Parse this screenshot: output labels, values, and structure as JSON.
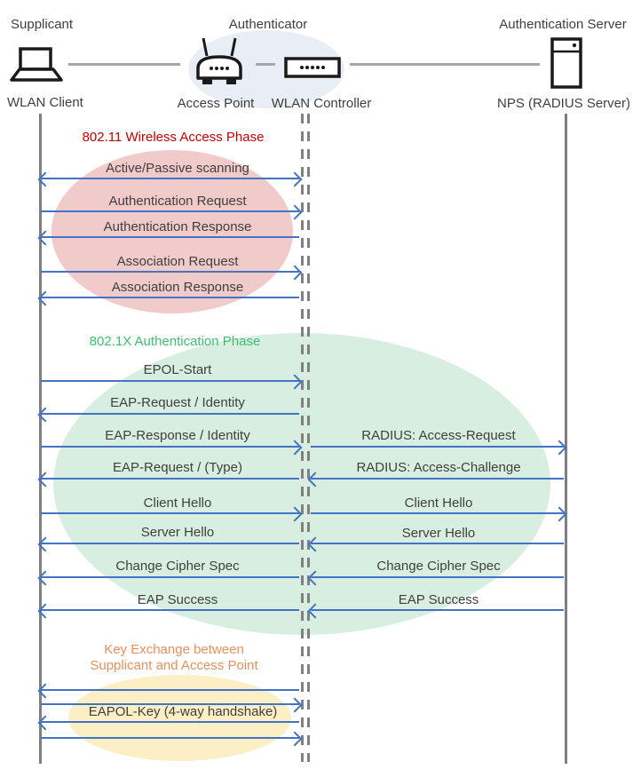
{
  "roles": [
    {
      "label": "Supplicant"
    },
    {
      "label": "Authenticator"
    },
    {
      "label": "Authentication Server"
    }
  ],
  "nodes": [
    {
      "label": "WLAN Client",
      "icon": "laptop-icon"
    },
    {
      "label": "Access Point",
      "icon": "access-point-icon"
    },
    {
      "label": "WLAN Controller",
      "icon": "network-controller-icon"
    },
    {
      "label": "NPS (RADIUS Server)",
      "icon": "server-icon"
    }
  ],
  "colors": {
    "arrow_blue": "#4472C4",
    "lifeline_gray": "#7F7F7F",
    "authenticator_fill": "#E9EDF5",
    "phase1_title": "#C00000",
    "phase1_fill": "#F1CACA",
    "phase2_title": "#3FBE72",
    "phase2_fill": "#D8EEE0",
    "phase3_title": "#E2925C",
    "phase3_fill": "#FCEFC5"
  },
  "phases": [
    {
      "title": "802.11 Wireless Access Phase",
      "messages": [
        {
          "label": "Active/Passive scanning",
          "from": "WLAN Client",
          "to": "WLAN Controller",
          "direction": "both"
        },
        {
          "label": "Authentication Request",
          "from": "WLAN Client",
          "to": "WLAN Controller",
          "direction": "right"
        },
        {
          "label": "Authentication Response",
          "from": "WLAN Controller",
          "to": "WLAN Client",
          "direction": "left"
        },
        {
          "label": "Association Request",
          "from": "WLAN Client",
          "to": "WLAN Controller",
          "direction": "right"
        },
        {
          "label": "Association Response",
          "from": "WLAN Controller",
          "to": "WLAN Client",
          "direction": "left"
        }
      ]
    },
    {
      "title": "802.1X Authentication Phase",
      "client_side": [
        {
          "label": "EPOL-Start",
          "from": "WLAN Client",
          "to": "WLAN Controller",
          "direction": "right"
        },
        {
          "label": "EAP-Request / Identity",
          "from": "WLAN Controller",
          "to": "WLAN Client",
          "direction": "left"
        },
        {
          "label": "EAP-Response / Identity",
          "from": "WLAN Client",
          "to": "WLAN Controller",
          "direction": "right"
        },
        {
          "label": "EAP-Request / (Type)",
          "from": "WLAN Controller",
          "to": "WLAN Client",
          "direction": "left"
        },
        {
          "label": "Client Hello",
          "from": "WLAN Client",
          "to": "WLAN Controller",
          "direction": "right"
        },
        {
          "label": "Server Hello",
          "from": "WLAN Controller",
          "to": "WLAN Client",
          "direction": "left"
        },
        {
          "label": "Change Cipher Spec",
          "from": "WLAN Controller",
          "to": "WLAN Client",
          "direction": "left"
        },
        {
          "label": "EAP Success",
          "from": "WLAN Controller",
          "to": "WLAN Client",
          "direction": "left"
        }
      ],
      "server_side": [
        {
          "label": "RADIUS: Access-Request",
          "from": "WLAN Controller",
          "to": "NPS (RADIUS Server)",
          "direction": "right"
        },
        {
          "label": "RADIUS: Access-Challenge",
          "from": "NPS (RADIUS Server)",
          "to": "WLAN Controller",
          "direction": "left"
        },
        {
          "label": "Client Hello",
          "from": "WLAN Controller",
          "to": "NPS (RADIUS Server)",
          "direction": "right"
        },
        {
          "label": "Server Hello",
          "from": "NPS (RADIUS Server)",
          "to": "WLAN Controller",
          "direction": "left"
        },
        {
          "label": "Change Cipher Spec",
          "from": "NPS (RADIUS Server)",
          "to": "WLAN Controller",
          "direction": "left"
        },
        {
          "label": "EAP Success",
          "from": "NPS (RADIUS Server)",
          "to": "WLAN Controller",
          "direction": "left"
        }
      ]
    },
    {
      "title_line1": "Key Exchange between",
      "title_line2": "Supplicant and Access Point",
      "messages": [
        {
          "label": "",
          "from": "WLAN Controller",
          "to": "WLAN Client",
          "direction": "left"
        },
        {
          "label": "",
          "from": "WLAN Client",
          "to": "WLAN Controller",
          "direction": "right"
        },
        {
          "label": "EAPOL-Key (4-way handshake)",
          "from": "WLAN Controller",
          "to": "WLAN Client",
          "direction": "left"
        },
        {
          "label": "",
          "from": "WLAN Client",
          "to": "WLAN Controller",
          "direction": "right"
        }
      ]
    }
  ]
}
